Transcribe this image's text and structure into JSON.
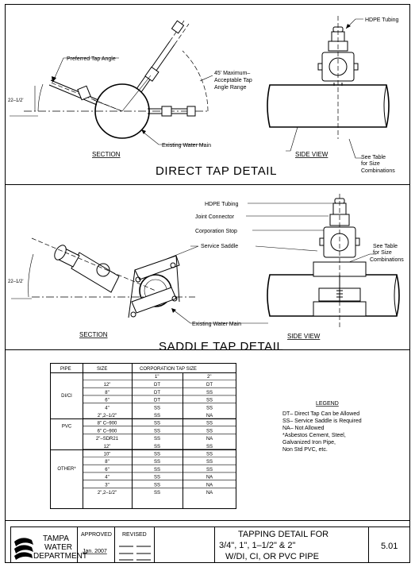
{
  "direct_tap": {
    "title": "DIRECT TAP DETAIL",
    "label_preferred": "Preferred Tap Angle",
    "label_45_line1": "45' Maximum–",
    "label_45_line2": "Acceptable Tap",
    "label_45_line3": "Angle Range",
    "label_angle": "22–1/2'",
    "label_existing": "Existing Water Main",
    "label_section": "SECTION",
    "label_side_view": "SIDE VIEW",
    "label_hdpe": "HDPE Tubing",
    "label_see_table_1": "See Table",
    "label_see_table_2": "for Size",
    "label_see_table_3": "Combinations"
  },
  "saddle_tap": {
    "title": "SADDLE TAP DETAIL",
    "label_hdpe": "HDPE Tubing",
    "label_joint": "Joint Connector",
    "label_corp": "Corporation Stop",
    "label_saddle": "Service Saddle",
    "label_existing": "Existing Water Main",
    "label_angle": "22–1/2'",
    "label_section": "SECTION",
    "label_side_view": "SIDE VIEW",
    "label_see_table_1": "See Table",
    "label_see_table_2": "for Size",
    "label_see_table_3": "Combinations"
  },
  "table": {
    "header_pipe": "PIPE",
    "header_size": "SIZE",
    "header_corp": "CORPORATION TAP SIZE",
    "sub_1": "1\"",
    "sub_2": "2\"",
    "rows": [
      {
        "pipe": "DI/CI",
        "size": "12\"",
        "c1": "DT",
        "c2": "DT"
      },
      {
        "pipe": "",
        "size": "8\"",
        "c1": "DT",
        "c2": "SS"
      },
      {
        "pipe": "",
        "size": "6\"",
        "c1": "DT",
        "c2": "SS"
      },
      {
        "pipe": "",
        "size": "4\"",
        "c1": "SS",
        "c2": "SS"
      },
      {
        "pipe": "PVC",
        "size": "2\",2–1/2\"",
        "c1": "SS",
        "c2": "NA"
      },
      {
        "pipe": "",
        "size": "8\" C–900",
        "c1": "SS",
        "c2": "SS"
      },
      {
        "pipe": "",
        "size": "6\" C–900",
        "c1": "SS",
        "c2": "SS"
      },
      {
        "pipe": "",
        "size": "2\"–SDR21",
        "c1": "SS",
        "c2": "NA"
      },
      {
        "pipe": "OTHER*",
        "size": "12\"",
        "c1": "SS",
        "c2": "SS"
      },
      {
        "pipe": "",
        "size": "10\"",
        "c1": "SS",
        "c2": "SS"
      },
      {
        "pipe": "",
        "size": "8\"",
        "c1": "SS",
        "c2": "SS"
      },
      {
        "pipe": "",
        "size": "6\"",
        "c1": "SS",
        "c2": "SS"
      },
      {
        "pipe": "",
        "size": "4\"",
        "c1": "SS",
        "c2": "NA"
      },
      {
        "pipe": "",
        "size": "3\"",
        "c1": "SS",
        "c2": "NA"
      },
      {
        "pipe": "",
        "size": "2\",2–1/2\"",
        "c1": "SS",
        "c2": "NA"
      }
    ]
  },
  "legend": {
    "title": "LEGEND",
    "line1": "DT– Direct Tap Can be Allowed",
    "line2": "SS– Service Saddle is Required",
    "line3": "NA– Not Allowed",
    "line4": "*Asbestos Cement, Steel,",
    "line5": "Galvanized Iron Pipe,",
    "line6": "Non Std PVC, etc."
  },
  "title_block": {
    "org_line1": "TAMPA",
    "org_line2": "WATER",
    "org_line3": "DEPARTMENT",
    "approved_label": "APPROVED",
    "approved_date": "Jan. 2007",
    "revised_label": "REVISED",
    "title_line1": "TAPPING DETAIL FOR",
    "title_line2": "3/4\", 1\", 1–1/2\" & 2\"",
    "title_line3": "W/DI, CI, OR PVC PIPE",
    "sheet_number": "5.01"
  },
  "icons": {
    "logo": "water-wave-logo-icon"
  }
}
